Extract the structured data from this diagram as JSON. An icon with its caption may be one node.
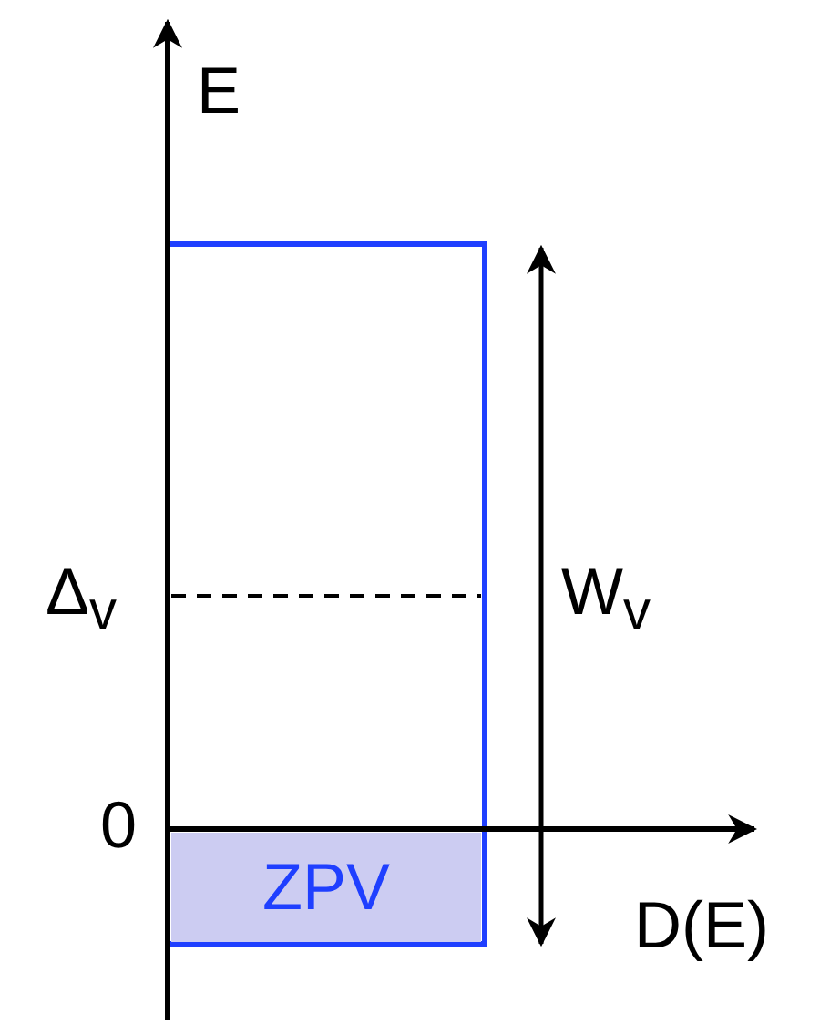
{
  "diagram": {
    "nodes": [
      {
        "text": [
          "ZPV"
        ]
      }
    ],
    "edges": [],
    "labels": [
      "E",
      "Δ$_{v}$",
      "W$_{v}$",
      "0",
      "D(E)"
    ]
  }
}
